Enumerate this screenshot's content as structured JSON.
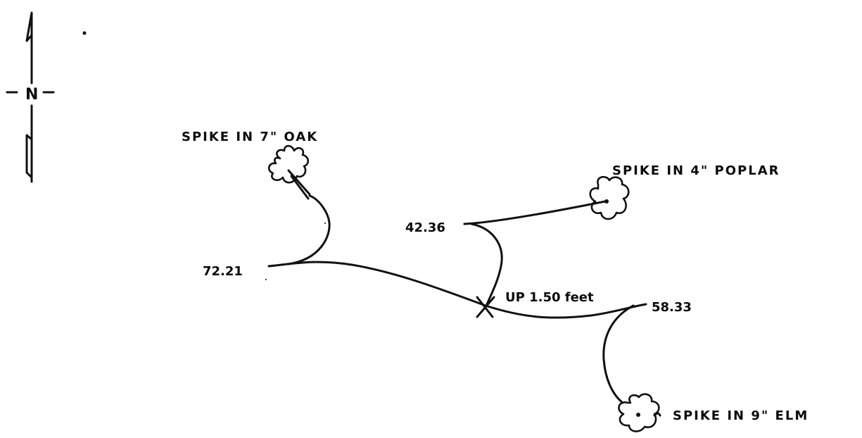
{
  "north_arrow": {
    "label": "N"
  },
  "benchmark": {
    "label": "UP 1.50 feet"
  },
  "references": [
    {
      "id": "oak",
      "label": "SPIKE  IN  7\"  OAK",
      "distance": "72.21"
    },
    {
      "id": "poplar",
      "label": "SPIKE  IN  4\"  POPLAR",
      "distance": "42.36"
    },
    {
      "id": "elm",
      "label": "SPIKE  IN  9\"  ELM",
      "distance": "58.33"
    }
  ],
  "colors": {
    "ink": "#111111",
    "paper": "#ffffff"
  }
}
